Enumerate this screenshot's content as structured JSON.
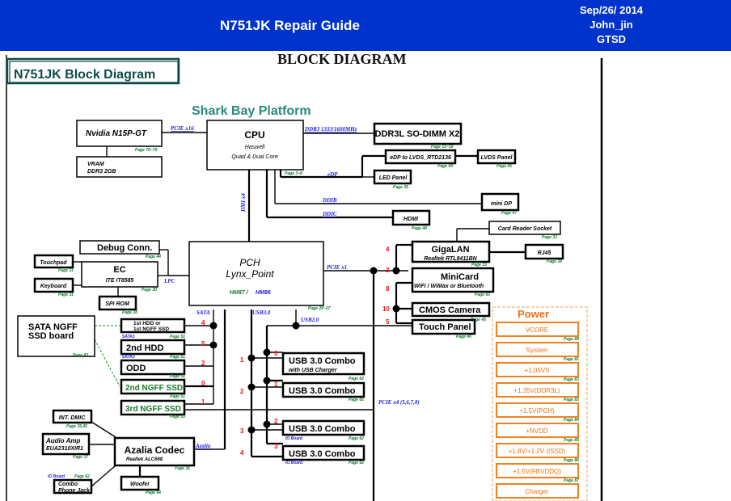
{
  "header": {
    "title": "N751JK Repair Guide",
    "date": "Sep/26/ 2014",
    "author": "John_jin",
    "dept": "GTSD",
    "bg_color": "#0033cc"
  },
  "page_heading": "BLOCK DIAGRAM",
  "diagram": {
    "title": "N751JK Block Diagram",
    "platform": "Shark Bay Platform",
    "blocks": {
      "gpu": {
        "label": "Nvidia N15P-GT",
        "page": "Page 70~79"
      },
      "vram": {
        "label1": "VRAM",
        "label2": "DDR3 2GB"
      },
      "cpu": {
        "label": "CPU",
        "sub1": "Haswell",
        "sub2": "Quad & Dual Core",
        "page": "Page 3~8"
      },
      "dimm": {
        "label": "DDR3L SO-DIMM X2",
        "page": "Page 15~19"
      },
      "edp_lvds": {
        "label": "eDP to LVDS_RTD2136",
        "page": "Page 49"
      },
      "lvds_panel": {
        "label": "LVDS Panel",
        "page": "Page 45"
      },
      "led_panel": {
        "label": "LED Panel",
        "page": "Page 35"
      },
      "mini_dp": {
        "label": "mini DP",
        "page": "Page 47"
      },
      "hdmi": {
        "label": "HDMI",
        "page": "Page 48"
      },
      "card_reader": {
        "label": "Card Reader Socket",
        "page": "Page 33"
      },
      "gigalan": {
        "label": "GigaLAN",
        "sub": "Realtek RTL8411BN",
        "page": "Page 33"
      },
      "rj45": {
        "label": "RJ45",
        "page": "Page 34"
      },
      "minicard": {
        "label": "MiniCard",
        "sub": "WiFi / WiMax or Bluetooth",
        "page": "Page 63"
      },
      "cmos": {
        "label": "CMOS Camera",
        "page": "Page 45"
      },
      "touch_panel": {
        "label": "Touch Panel",
        "page": "Page 46"
      },
      "debug": {
        "label": "Debug Conn.",
        "page": "Page 44"
      },
      "touchpad": {
        "label": "Touchpad",
        "page": "Page 31"
      },
      "ec": {
        "label": "EC",
        "sub": "ITE IT8585",
        "page": "Page 30"
      },
      "keyboard": {
        "label": "Keyboard",
        "page": "Page 31"
      },
      "spi_rom": {
        "label": "SPI ROM",
        "page": "Page 28"
      },
      "pch": {
        "label1": "PCH",
        "label2": "Lynx_Point",
        "variant1": "HM87 /",
        "variant2": "HM86",
        "page": "Page 20~27"
      },
      "sata_ngff": {
        "label1": "SATA NGFF",
        "label2": "SSD board",
        "page": "Page 43"
      },
      "hdd1": {
        "label1": "1st HDD or",
        "label2": "1st NGFF SSD",
        "tag": "SATA3",
        "page": "Page 51"
      },
      "hdd2": {
        "label": "2nd HDD",
        "tag": "SATA3",
        "page": "Page 51"
      },
      "odd": {
        "label": "ODD",
        "page": "Page 51"
      },
      "ngff2": {
        "label": "2nd NGFF SSD",
        "page": "Page 51"
      },
      "ngff3": {
        "label": "3rd NGFF SSD",
        "page": "Page 53"
      },
      "usb1": {
        "label": "USB 3.0 Combo",
        "sub": "with USB Charger",
        "page": "Page 62"
      },
      "usb2": {
        "label": "USB 3.0 Combo",
        "page": "Page 62"
      },
      "usb3": {
        "label": "USB 3.0 Combo",
        "tag": "IO Board",
        "page": "Page 62"
      },
      "usb4": {
        "label": "USB 3.0 Combo",
        "tag": "IO Board",
        "page": "Page 62"
      },
      "dmic": {
        "label": "INT. DMIC",
        "page": "Page 35,45"
      },
      "amp": {
        "label1": "Audio Amp",
        "label2": "EUA2310XIR1",
        "page": "Page 37"
      },
      "codec": {
        "label": "Azalia Codec",
        "sub": "Realtek ALC668",
        "page": "Page 36"
      },
      "combo_jack": {
        "label1": "Combo",
        "label2": "Phone Jack",
        "tag": "IO Board",
        "page": "Page 62"
      },
      "woofer": {
        "label": "Woofer",
        "page": "Page 64"
      }
    },
    "buses": {
      "pcie16": "PCIE x16",
      "ddr3": "DDR3 1333/1600MHz",
      "edp": "eDP",
      "ddib": "DDIB",
      "ddic": "DDIC",
      "dmi": "DMI x4",
      "lpc": "LPC",
      "pcie1": "PCIE x1",
      "sata": "SATA",
      "usb3": "USB3.0",
      "usb2": "USB2.0",
      "pcie4": "PCIE x4 (5,6,7,8)",
      "azalia": "Azalia"
    },
    "ports": {
      "gigalan": "4",
      "minicard": "3",
      "bt": "8",
      "cmos": "10",
      "touch": "5",
      "hdd1": "4",
      "hdd2": "5",
      "odd": "2",
      "ngff2": "0",
      "ngff3": "1",
      "usb2_1": "1",
      "usb2_2": "2",
      "usb2_3": "3",
      "usb2_4": "4",
      "usb3_1": "0",
      "usb3_2": "1",
      "usb3_3": "2",
      "usb3_4": "3"
    },
    "power": {
      "title": "Power",
      "items": [
        {
          "label": "VCORE",
          "page": "Page 89"
        },
        {
          "label": "System",
          "page": "Page 81"
        },
        {
          "label": "+1.05VS",
          "page": "Page 83"
        },
        {
          "label": "+1.35V(DDR3L)",
          "page": "Page 83"
        },
        {
          "label": "+1.5V(PCH)",
          "page": "Page 84"
        },
        {
          "label": "+NVDD",
          "page": "Page 85"
        },
        {
          "label": "+1.8V/+1.2V (ISSD)",
          "page": "Page 86"
        },
        {
          "label": "+1.5V(FBVDDQ)",
          "page": "Page 87"
        },
        {
          "label": "Charger",
          "page": ""
        }
      ]
    }
  }
}
